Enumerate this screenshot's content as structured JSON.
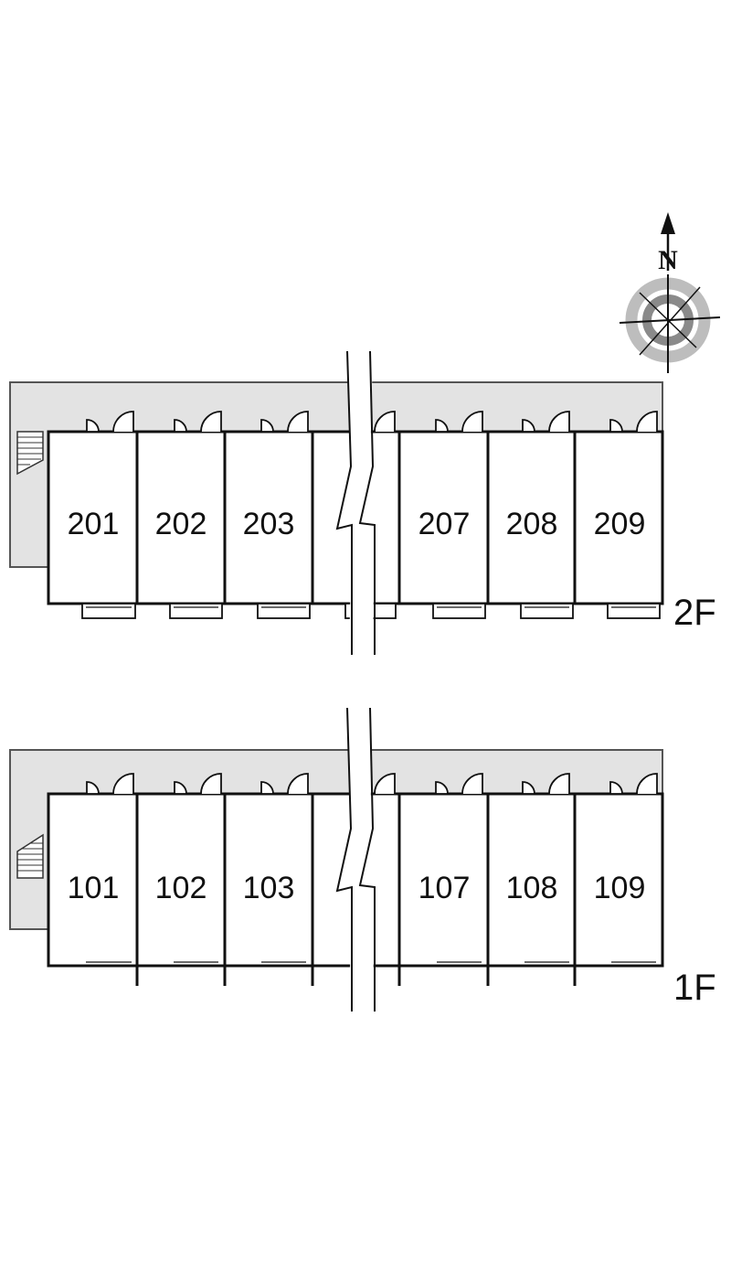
{
  "compass": {
    "north_label": "N",
    "icon": "compass-rose-icon"
  },
  "floors": [
    {
      "id": "2f",
      "label": "2F",
      "units": [
        "201",
        "202",
        "203",
        "207",
        "208",
        "209"
      ]
    },
    {
      "id": "1f",
      "label": "1F",
      "units": [
        "101",
        "102",
        "103",
        "107",
        "108",
        "109"
      ]
    }
  ],
  "colors": {
    "corridor": "#e3e3e3",
    "wall": "#111111",
    "compass_gray": "#b5b5b5",
    "compass_dark": "#8a8a8a"
  }
}
